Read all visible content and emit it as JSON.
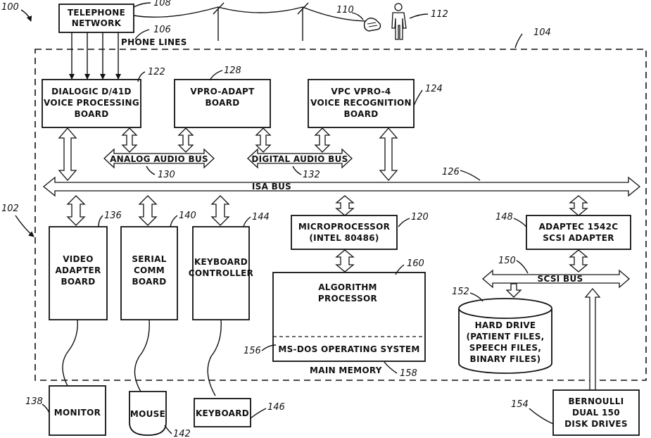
{
  "figure_ref": "100",
  "telephone_network": {
    "lines": [
      "TELEPHONE",
      "NETWORK"
    ],
    "ref": "108"
  },
  "phone_lines": {
    "label": "PHONE LINES",
    "ref": "106"
  },
  "telephone_ref": "110",
  "person_ref": "112",
  "system_ref": "104",
  "computer_ref": "102",
  "dialogic": {
    "lines": [
      "DIALOGIC D/41D",
      "VOICE PROCESSING",
      "BOARD"
    ],
    "ref": "122"
  },
  "vpro_adapt": {
    "lines": [
      "VPRO-ADAPT",
      "BOARD"
    ],
    "ref": "128"
  },
  "vpc": {
    "lines": [
      "VPC VPRO-4",
      "VOICE RECOGNITION",
      "BOARD"
    ],
    "ref": "124"
  },
  "analog_bus": {
    "label": "ANALOG AUDIO BUS",
    "ref": "130"
  },
  "digital_bus": {
    "label": "DIGITAL AUDIO BUS",
    "ref": "132"
  },
  "isa_bus": {
    "label": "ISA BUS",
    "ref": "126"
  },
  "video": {
    "lines": [
      "VIDEO",
      "ADAPTER",
      "BOARD"
    ],
    "ref": "136"
  },
  "serial": {
    "lines": [
      "SERIAL",
      "COMM",
      "BOARD"
    ],
    "ref": "140"
  },
  "keyboard_ctrl": {
    "lines": [
      "KEYBOARD",
      "CONTROLLER"
    ],
    "ref": "144"
  },
  "microprocessor": {
    "lines": [
      "MICROPROCESSOR",
      "(INTEL 80486)"
    ],
    "ref": "120"
  },
  "algorithm": {
    "lines": [
      "ALGORITHM",
      "PROCESSOR"
    ],
    "ref": "160"
  },
  "msdos": {
    "label": "MS-DOS OPERATING SYSTEM",
    "ref": "156"
  },
  "main_memory": {
    "label": "MAIN MEMORY",
    "ref": "158"
  },
  "scsi_adapter": {
    "lines": [
      "ADAPTEC 1542C",
      "SCSI ADAPTER"
    ],
    "ref": "148"
  },
  "scsi_bus": {
    "label": "SCSI BUS",
    "ref": "150"
  },
  "hard_drive": {
    "lines": [
      "HARD DRIVE",
      "(PATIENT FILES,",
      "SPEECH FILES,",
      "BINARY FILES)"
    ],
    "ref": "152"
  },
  "monitor": {
    "label": "MONITOR",
    "ref": "138"
  },
  "mouse": {
    "label": "MOUSE",
    "ref": "142"
  },
  "keyboard": {
    "label": "KEYBOARD",
    "ref": "146"
  },
  "bernoulli": {
    "lines": [
      "BERNOULLI",
      "DUAL 150",
      "DISK DRIVES"
    ],
    "ref": "154"
  }
}
